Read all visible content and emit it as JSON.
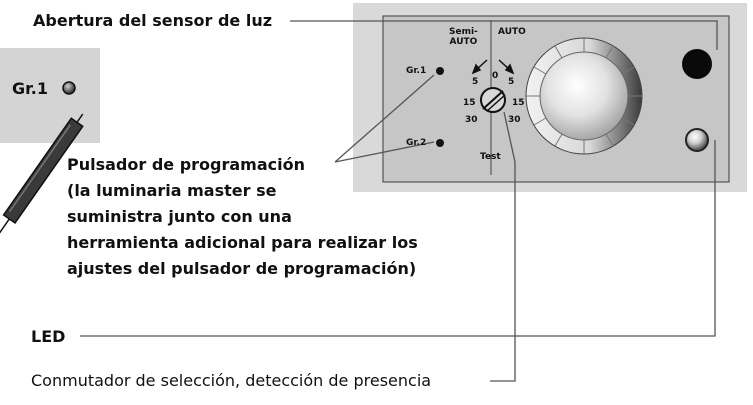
{
  "labels": {
    "light_sensor": "Abertura del sensor de luz",
    "prog_button_lines": [
      "Pulsador de programación",
      "(la luminaria master se",
      "suministra junto con una",
      "herramienta adicional para realizar los",
      "ajustes del pulsador de programación)"
    ],
    "led": "LED",
    "selector": "Conmutador de selección, detección de presencia"
  },
  "panel": {
    "semi_auto_lines": [
      "Semi-",
      "AUTO"
    ],
    "auto": "AUTO",
    "gr1": "Gr.1",
    "gr2": "Gr.2",
    "test": "Test",
    "dial_numbers": [
      "0",
      "5",
      "5",
      "15",
      "15",
      "30",
      "30"
    ]
  },
  "inset": {
    "label": "Gr.1"
  },
  "colors": {
    "panel_outer": "#d6d6d6",
    "panel_inner": "#c4c4c4",
    "line": "#555555",
    "text": "#111111"
  }
}
